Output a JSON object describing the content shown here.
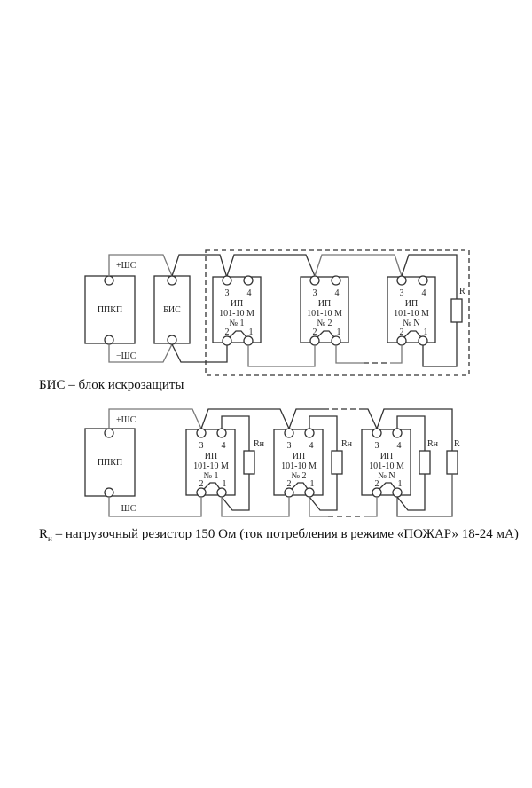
{
  "diagram1": {
    "panel_label": "ППКП",
    "bis_label": "БИС",
    "plus_label": "+ШС",
    "minus_label": "−ШС",
    "end_resistor_label": "R",
    "detectors": [
      {
        "line1": "ИП",
        "line2": "101-10 М",
        "line3": "№ 1",
        "t3": "3",
        "t4": "4",
        "t2": "2",
        "t1": "1"
      },
      {
        "line1": "ИП",
        "line2": "101-10 М",
        "line3": "№ 2",
        "t3": "3",
        "t4": "4",
        "t2": "2",
        "t1": "1"
      },
      {
        "line1": "ИП",
        "line2": "101-10 М",
        "line3": "№ N",
        "t3": "3",
        "t4": "4",
        "t2": "2",
        "t1": "1"
      }
    ],
    "caption": "БИС – блок искрозащиты"
  },
  "diagram2": {
    "panel_label": "ППКП",
    "plus_label": "+ШС",
    "minus_label": "−ШС",
    "load_resistor_label": "Rн",
    "end_resistor_label": "R",
    "detectors": [
      {
        "line1": "ИП",
        "line2": "101-10 М",
        "line3": "№ 1",
        "t3": "3",
        "t4": "4",
        "t2": "2",
        "t1": "1"
      },
      {
        "line1": "ИП",
        "line2": "101-10 М",
        "line3": "№ 2",
        "t3": "3",
        "t4": "4",
        "t2": "2",
        "t1": "1"
      },
      {
        "line1": "ИП",
        "line2": "101-10 М",
        "line3": "№ N",
        "t3": "3",
        "t4": "4",
        "t2": "2",
        "t1": "1"
      }
    ],
    "caption_symbol": "R",
    "caption_subscript": "н",
    "caption": " – нагрузочный резистор 150 Ом (ток потребления в режиме «ПОЖАР» 18-24 мА)"
  }
}
